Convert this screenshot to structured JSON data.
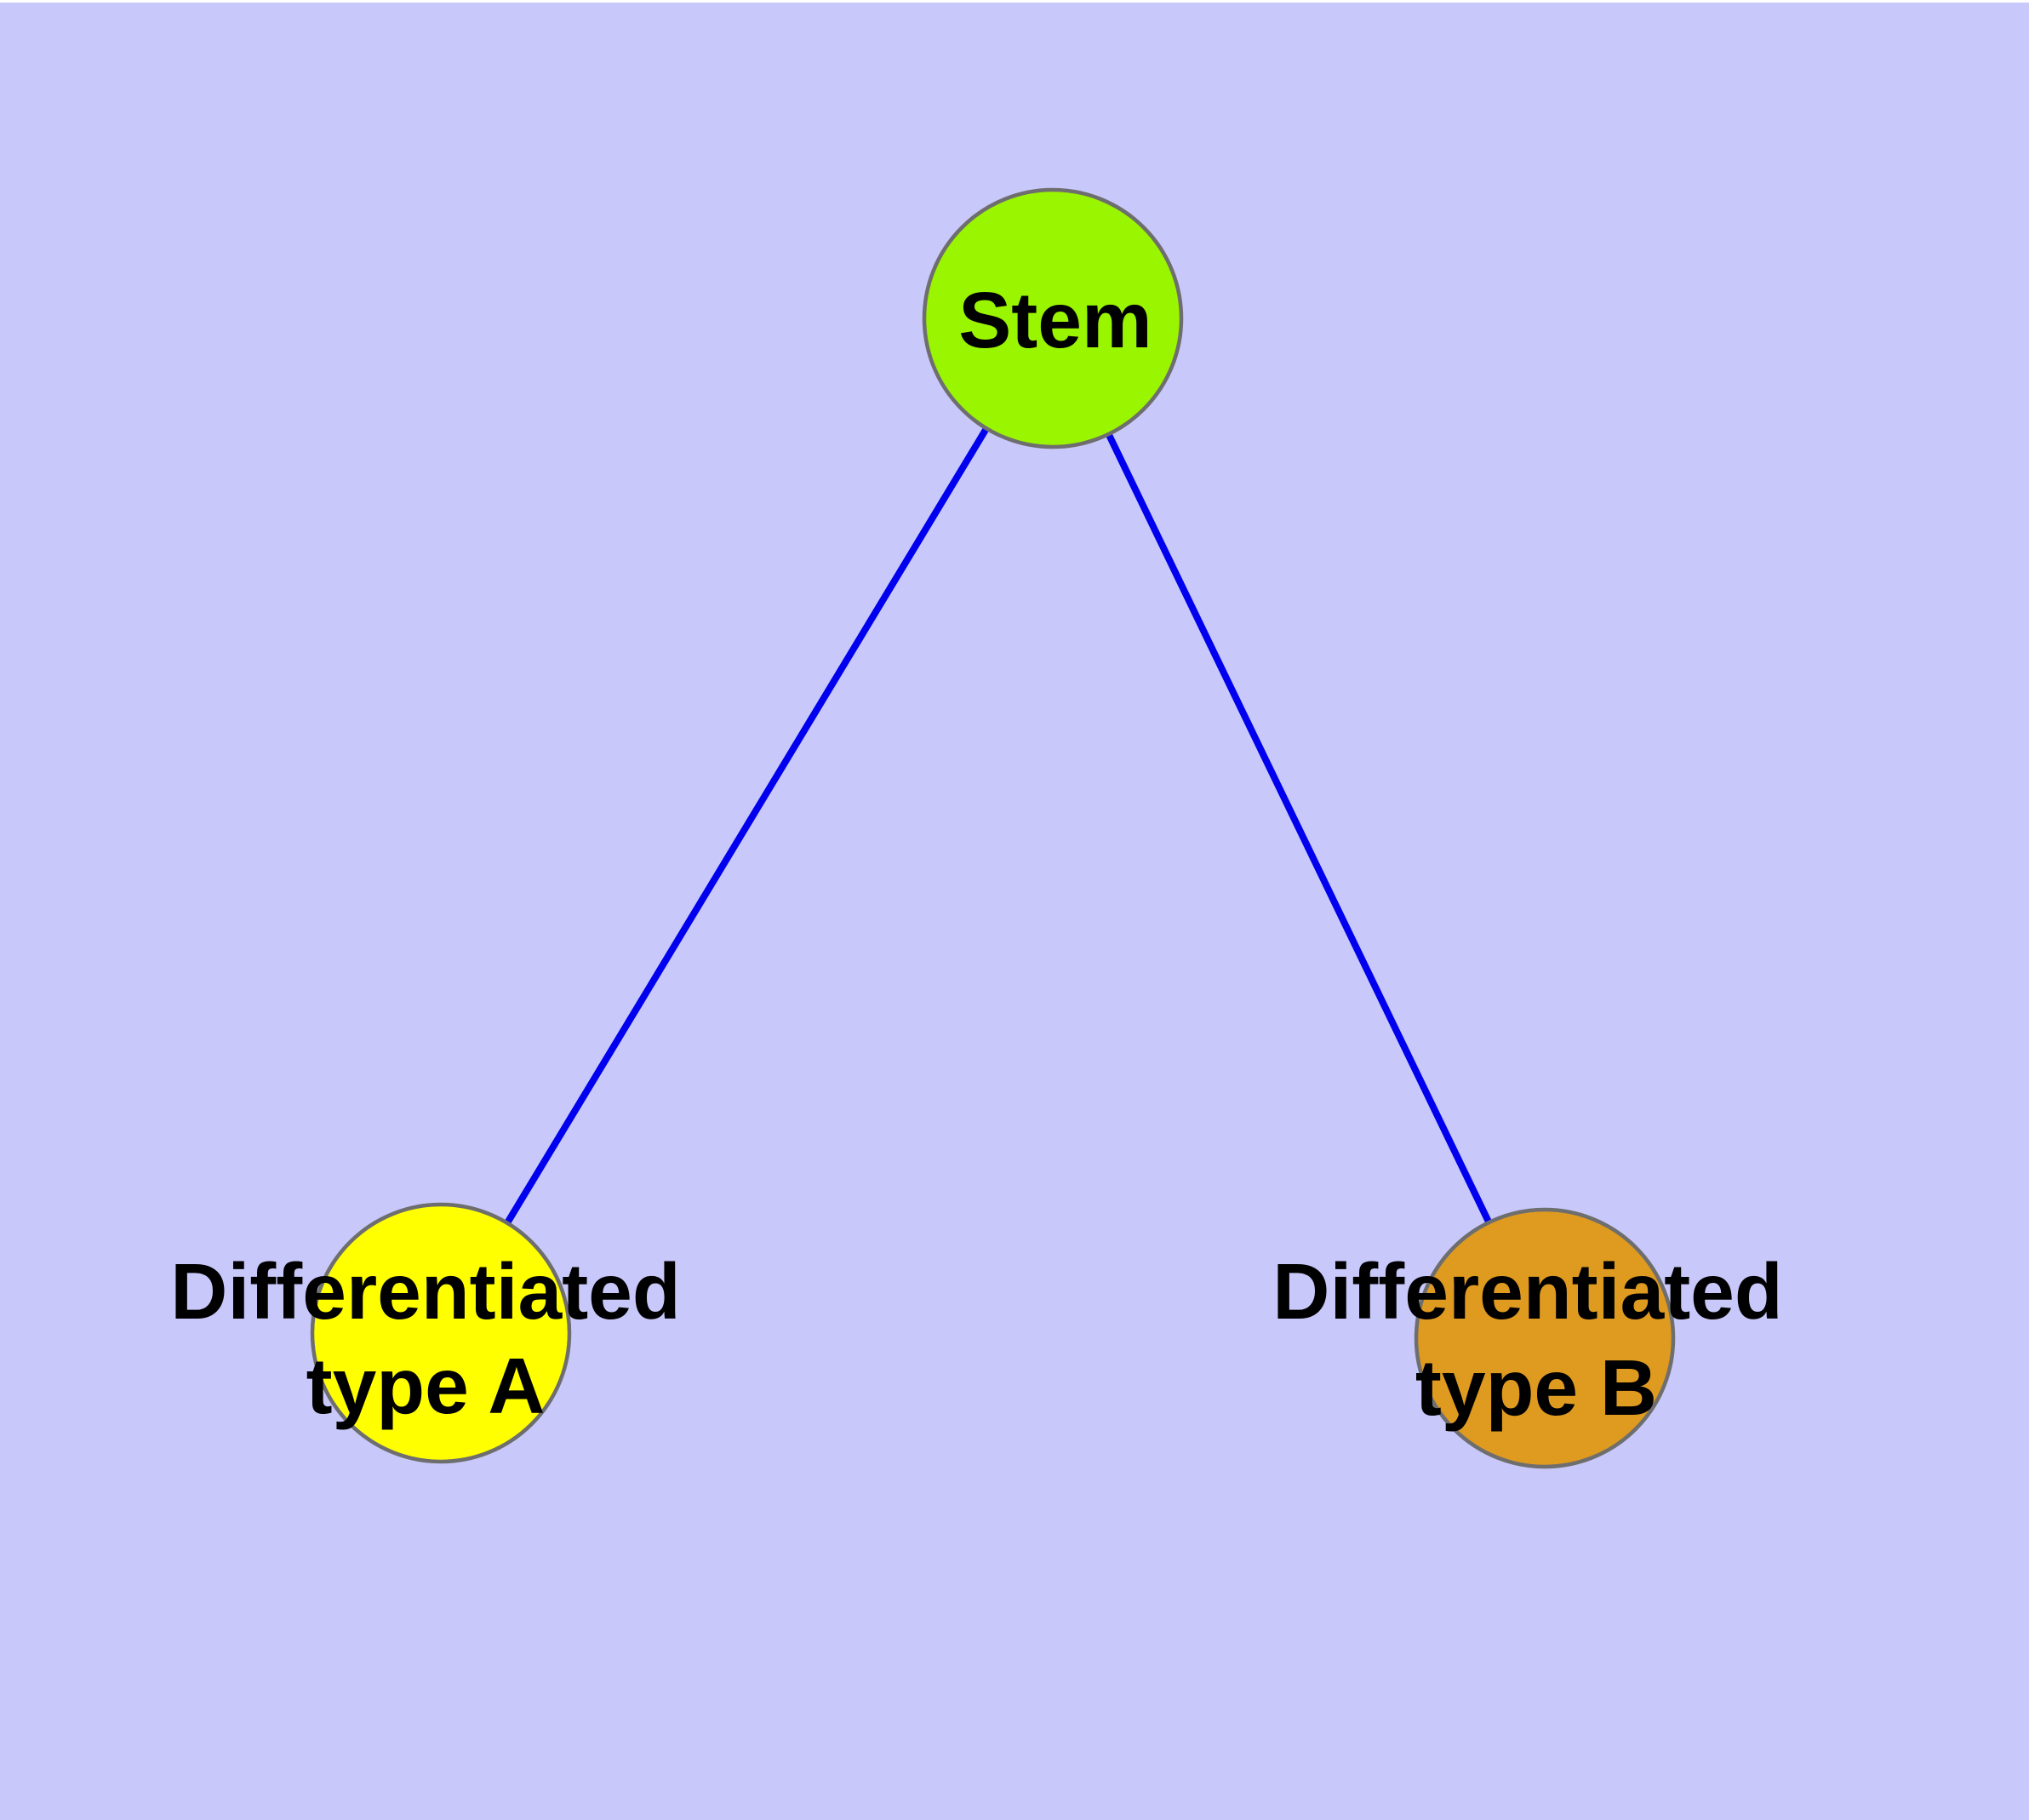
{
  "canvas": {
    "background_color": "#c8c8fa",
    "top_strip_color": "#ffffff"
  },
  "nodes": {
    "stem": {
      "label": "Stem",
      "fill": "#9af500",
      "stroke": "#6e6e6e"
    },
    "type_a": {
      "label_line1": "Differentiated",
      "label_line2": "type A",
      "fill": "#ffff00",
      "stroke": "#6e6e6e"
    },
    "type_b": {
      "label_line1": "Differentiated",
      "label_line2": "type B",
      "fill": "#df9a20",
      "stroke": "#6e6e6e"
    }
  },
  "edges": [
    {
      "from": "Stem",
      "to": "Differentiated type A",
      "color": "#0000ee"
    },
    {
      "from": "Stem",
      "to": "Differentiated type B",
      "color": "#0000ee"
    }
  ]
}
